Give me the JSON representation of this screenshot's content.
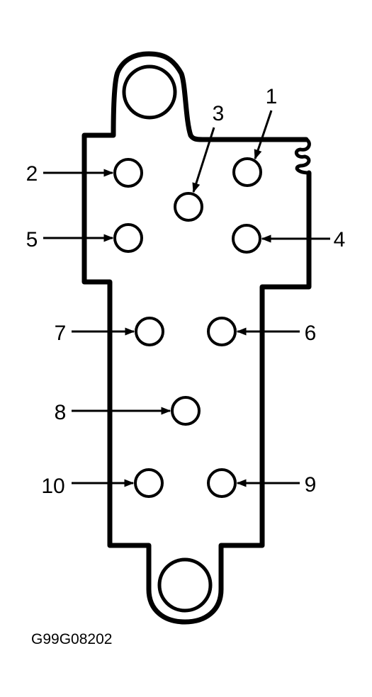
{
  "figure_code": "G99G08202",
  "callouts": [
    {
      "id": "1",
      "text": "1"
    },
    {
      "id": "2",
      "text": "2"
    },
    {
      "id": "3",
      "text": "3"
    },
    {
      "id": "4",
      "text": "4"
    },
    {
      "id": "5",
      "text": "5"
    },
    {
      "id": "6",
      "text": "6"
    },
    {
      "id": "7",
      "text": "7"
    },
    {
      "id": "8",
      "text": "8"
    },
    {
      "id": "9",
      "text": "9"
    },
    {
      "id": "10",
      "text": "10"
    }
  ],
  "colors": {
    "line": "#000000",
    "background": "#ffffff"
  }
}
